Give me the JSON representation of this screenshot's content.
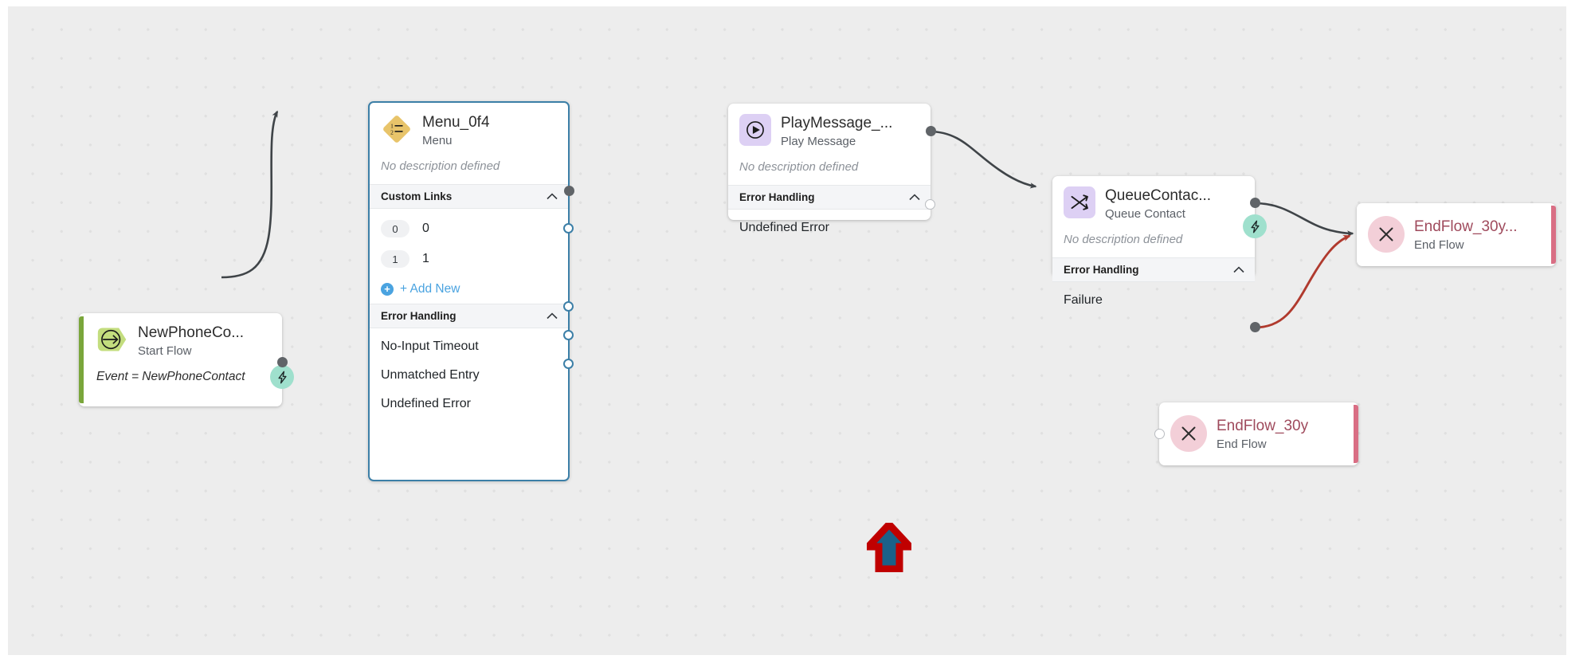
{
  "canvas": {
    "background_color": "#ededed",
    "dot_color": "#e0e0e0",
    "selection_color": "#3c7fa7"
  },
  "nodes": [
    {
      "id": "start",
      "data_name": "node-start-flow",
      "title": "NewPhoneCo...",
      "subtitle": "Start Flow",
      "description": "Event = NewPhoneContact",
      "icon": "arrow-into-circle-icon",
      "accent_color": "#7aa63b",
      "badge": "lightning-bolt-icon",
      "selected": false
    },
    {
      "id": "menu",
      "data_name": "node-menu",
      "title": "Menu_0f4",
      "subtitle": "Menu",
      "description": "No description defined",
      "icon": "numbered-list-icon",
      "icon_color": "#e8c46a",
      "selected": true,
      "sections": [
        {
          "label": "Custom Links",
          "collapse_icon": "chevron-up-icon",
          "links": [
            {
              "chip": "0",
              "label": "0"
            },
            {
              "chip": "1",
              "label": "1"
            }
          ],
          "add_new_label": "+ Add New",
          "add_new_icon": "plus-circle-icon"
        },
        {
          "label": "Error Handling",
          "collapse_icon": "chevron-up-icon",
          "rows": [
            "No-Input Timeout",
            "Unmatched Entry",
            "Undefined Error"
          ]
        }
      ]
    },
    {
      "id": "playmessage",
      "data_name": "node-play-message",
      "title": "PlayMessage_...",
      "subtitle": "Play Message",
      "description": "No description defined",
      "icon": "play-circle-icon",
      "icon_color": "#ddd0f4",
      "selected": false,
      "sections": [
        {
          "label": "Error Handling",
          "collapse_icon": "chevron-up-icon",
          "rows": [
            "Undefined Error"
          ]
        }
      ]
    },
    {
      "id": "queuecontact",
      "data_name": "node-queue-contact",
      "title": "QueueContac...",
      "subtitle": "Queue Contact",
      "description": "No description defined",
      "icon": "shuffle-arrows-icon",
      "icon_color": "#ddd0f4",
      "badge": "lightning-bolt-icon",
      "selected": false,
      "sections": [
        {
          "label": "Error Handling",
          "collapse_icon": "chevron-up-icon",
          "rows": [
            "Failure"
          ]
        }
      ]
    },
    {
      "id": "endflow_top",
      "data_name": "node-end-flow-top",
      "title": "EndFlow_30y...",
      "subtitle": "End Flow",
      "icon": "x-circle-icon",
      "accent_color": "#d96e84",
      "selected": false
    },
    {
      "id": "endflow_bottom",
      "data_name": "node-end-flow-bottom",
      "title": "EndFlow_30y",
      "subtitle": "End Flow",
      "icon": "x-circle-icon",
      "accent_color": "#d96e84",
      "selected": false
    }
  ],
  "edges": [
    {
      "from": "start",
      "to": "menu",
      "color": "#3f4448"
    },
    {
      "from": "menu",
      "to": "playmessage",
      "color": "#3f4448"
    },
    {
      "from": "playmessage",
      "to": "queuecontact",
      "color": "#3f4448"
    },
    {
      "from": "queuecontact",
      "to": "endflow_top",
      "color": "#3f4448"
    },
    {
      "from": "queuecontact-failure",
      "to": "endflow_top",
      "color": "#c0392b"
    }
  ],
  "annotation": {
    "type": "pointer-arrow",
    "outline_color": "#c00000",
    "fill_color": "#1b6189"
  }
}
